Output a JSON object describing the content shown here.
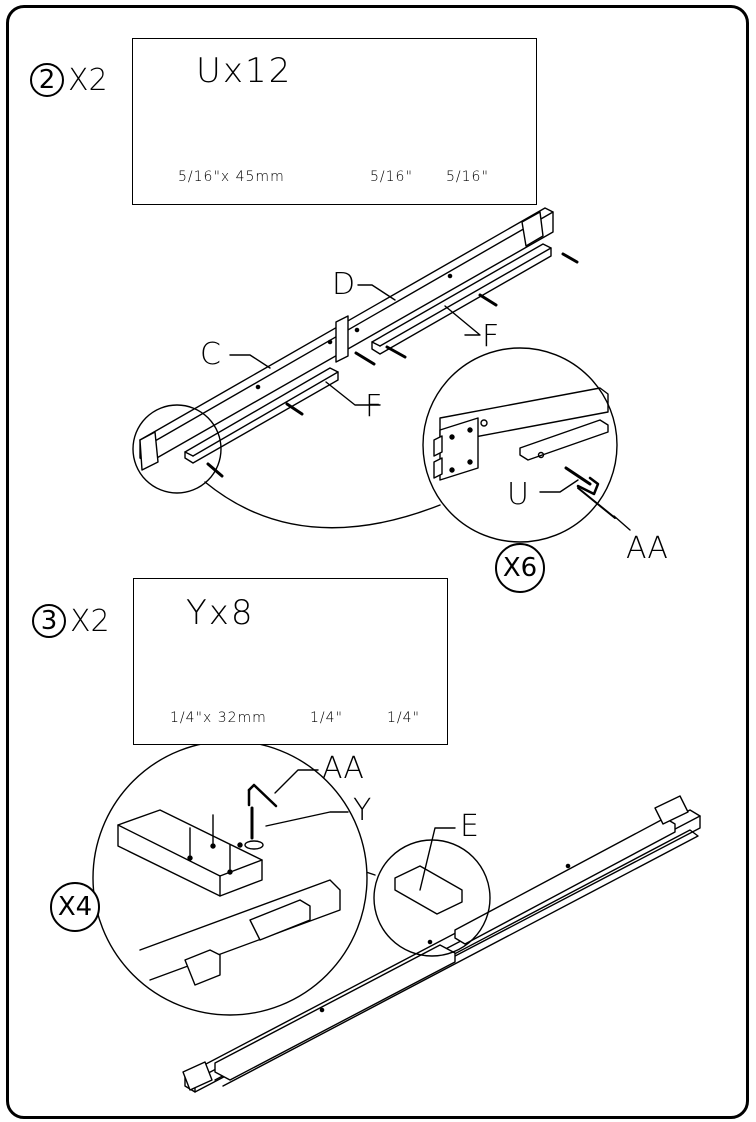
{
  "step2": {
    "number": "2",
    "multiplier": "X2",
    "hardware": {
      "title": "Ux12",
      "bolt_label": "5/16\"x 45mm",
      "lock_washer_label": "5/16\"",
      "flat_washer_label": "5/16\""
    },
    "callouts": {
      "d": "D",
      "c": "C",
      "f_upper": "F",
      "f_lower": "F",
      "u": "U",
      "aa": "AA"
    },
    "detail_multiplier": "X6"
  },
  "step3": {
    "number": "3",
    "multiplier": "X2",
    "hardware": {
      "title": "Yx8",
      "bolt_label": "1/4\"x 32mm",
      "lock_washer_label": "1/4\"",
      "flat_washer_label": "1/4\""
    },
    "callouts": {
      "aa": "AA",
      "y": "Y",
      "e": "E"
    },
    "detail_multiplier": "X4"
  }
}
